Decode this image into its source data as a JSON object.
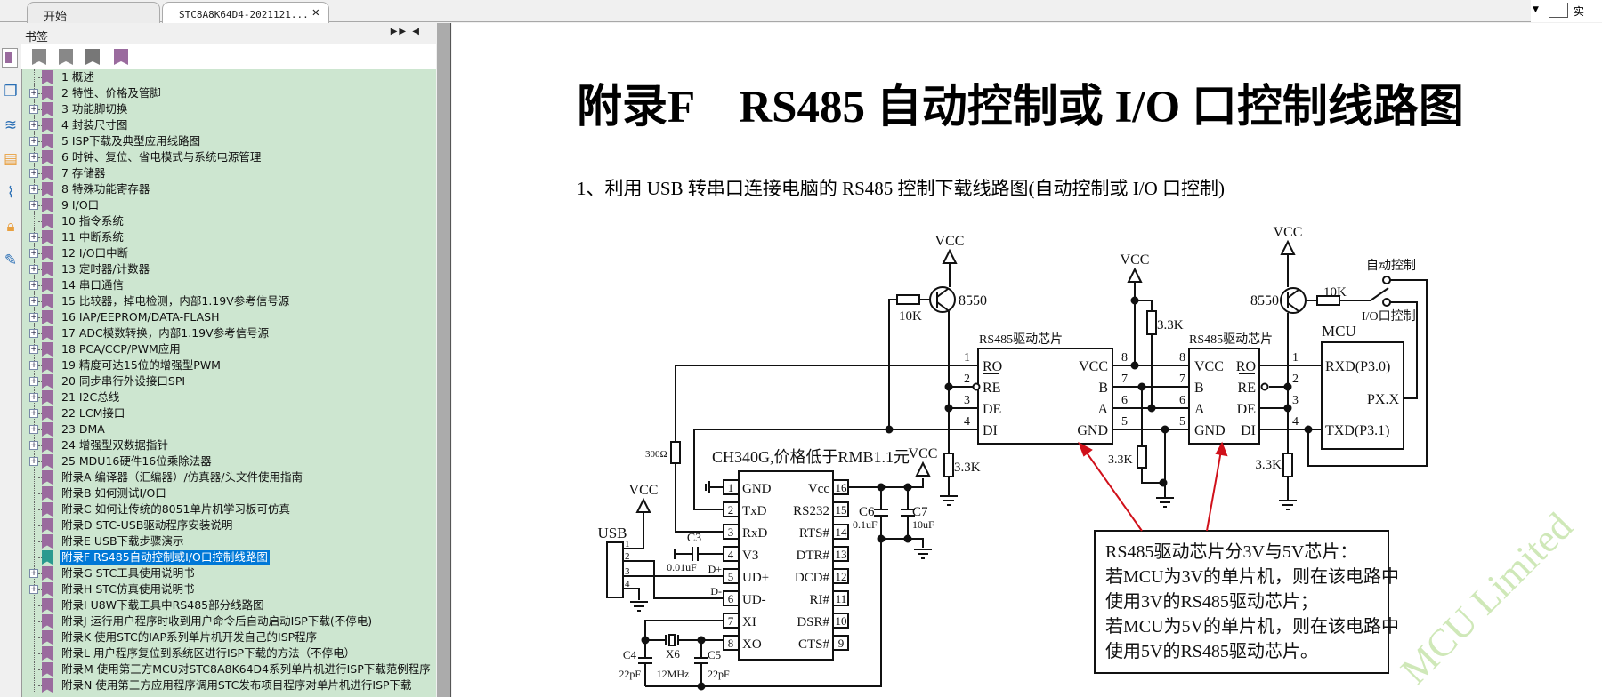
{
  "tabs": [
    {
      "label": "开始"
    },
    {
      "label": "STC8A8K64D4-2021121...",
      "close": "✕"
    }
  ],
  "toolbar_right": {
    "partial_label": "实"
  },
  "sidebar": {
    "title": "书签",
    "icons": [
      "bookmarks-icon",
      "pages-icon",
      "layers-icon",
      "comments-icon",
      "attachments-icon",
      "security-icon",
      "signatures-icon"
    ],
    "tools": [
      "delete-bookmark-icon",
      "add-bookmark-icon",
      "expand-bookmark-icon",
      "bookmark-options-icon"
    ],
    "items": [
      {
        "label": "1 概述",
        "exp": false
      },
      {
        "label": "2 特性、价格及管脚",
        "exp": true
      },
      {
        "label": "3 功能脚切换",
        "exp": true
      },
      {
        "label": "4 封装尺寸图",
        "exp": true
      },
      {
        "label": "5 ISP下载及典型应用线路图",
        "exp": true
      },
      {
        "label": "6 时钟、复位、省电模式与系统电源管理",
        "exp": true
      },
      {
        "label": "7 存储器",
        "exp": true
      },
      {
        "label": "8 特殊功能寄存器",
        "exp": true
      },
      {
        "label": "9 I/O口",
        "exp": true
      },
      {
        "label": "10 指令系统",
        "exp": false
      },
      {
        "label": "11 中断系统",
        "exp": true
      },
      {
        "label": "12 I/O口中断",
        "exp": true
      },
      {
        "label": "13 定时器/计数器",
        "exp": true
      },
      {
        "label": "14 串口通信",
        "exp": true
      },
      {
        "label": "15 比较器，掉电检测，内部1.19V参考信号源",
        "exp": true
      },
      {
        "label": "16 IAP/EEPROM/DATA-FLASH",
        "exp": true
      },
      {
        "label": "17 ADC模数转换，内部1.19V参考信号源",
        "exp": true
      },
      {
        "label": "18 PCA/CCP/PWM应用",
        "exp": true
      },
      {
        "label": "19 精度可达15位的增强型PWM",
        "exp": true
      },
      {
        "label": "20 同步串行外设接口SPI",
        "exp": true
      },
      {
        "label": "21 I2C总线",
        "exp": true
      },
      {
        "label": "22 LCM接口",
        "exp": true
      },
      {
        "label": "23 DMA",
        "exp": true
      },
      {
        "label": "24 增强型双数据指针",
        "exp": true
      },
      {
        "label": "25 MDU16硬件16位乘除法器",
        "exp": true
      },
      {
        "label": "附录A 编译器（汇编器）/仿真器/头文件使用指南",
        "exp": false
      },
      {
        "label": "附录B 如何测试I/O口",
        "exp": false
      },
      {
        "label": "附录C 如何让传统的8051单片机学习板可仿真",
        "exp": false
      },
      {
        "label": "附录D STC-USB驱动程序安装说明",
        "exp": false
      },
      {
        "label": "附录E USB下载步骤演示",
        "exp": false
      },
      {
        "label": "附录F RS485自动控制或I/O口控制线路图",
        "exp": false,
        "selected": true
      },
      {
        "label": "附录G STC工具使用说明书",
        "exp": true
      },
      {
        "label": "附录H STC仿真使用说明书",
        "exp": true
      },
      {
        "label": "附录I U8W下载工具中RS485部分线路图",
        "exp": false
      },
      {
        "label": "附录J 运行用户程序时收到用户命令后自动启动ISP下载(不停电)",
        "exp": false
      },
      {
        "label": "附录K 使用STC的IAP系列单片机开发自己的ISP程序",
        "exp": false
      },
      {
        "label": "附录L 用户程序复位到系统区进行ISP下载的方法（不停电）",
        "exp": false
      },
      {
        "label": "附录M 使用第三方MCU对STC8A8K64D4系列单片机进行ISP下载范例程序",
        "exp": false
      },
      {
        "label": "附录N 使用第三方应用程序调用STC发布项目程序对单片机进行ISP下载",
        "exp": false
      }
    ]
  },
  "document": {
    "title": "附录F    RS485 自动控制或 I/O 口控制线路图",
    "subtitle": "1、利用 USB 转串口连接电脑的 RS485 控制下载线路图(自动控制或 I/O 口控制)"
  },
  "schematic": {
    "vcc": "VCC",
    "r10k": "10K",
    "q": "8550",
    "r33k": "3.3K",
    "r300": "300Ω",
    "gnd_lbl": "GND",
    "chip": "RS485驱动芯片",
    "chip_left": [
      "RO",
      "RE",
      "DE",
      "DI"
    ],
    "chip_right": [
      "VCC",
      "B",
      "A",
      "GND"
    ],
    "pins_l": [
      "1",
      "2",
      "3",
      "4"
    ],
    "pins_r": [
      "8",
      "7",
      "6",
      "5"
    ],
    "mcu": "MCU",
    "mcu_pins": [
      "RXD(P3.0)",
      "PX.X",
      "TXD(P3.1)"
    ],
    "sw_auto": "自动控制",
    "sw_io": "I/O口控制",
    "ch340_title": "CH340G,价格低于RMB1.1元",
    "ch340_left": [
      [
        "1",
        "GND"
      ],
      [
        "2",
        "TxD"
      ],
      [
        "3",
        "RxD"
      ],
      [
        "4",
        "V3"
      ],
      [
        "5",
        "UD+"
      ],
      [
        "6",
        "UD-"
      ],
      [
        "7",
        "XI"
      ],
      [
        "8",
        "XO"
      ]
    ],
    "ch340_right": [
      [
        "16",
        "Vcc"
      ],
      [
        "15",
        "RS232"
      ],
      [
        "14",
        "RTS#"
      ],
      [
        "13",
        "DTR#"
      ],
      [
        "12",
        "DCD#"
      ],
      [
        "11",
        "RI#"
      ],
      [
        "10",
        "DSR#"
      ],
      [
        "9",
        "CTS#"
      ]
    ],
    "usb": "USB",
    "usb_pins": [
      "1",
      "2",
      "3",
      "4"
    ],
    "dplus": "D+",
    "dminus": "D-",
    "c3": "C3",
    "c3v": "0.01uF",
    "c6": "C6",
    "c6v": "0.1uF",
    "c7": "C7",
    "c7v": "10uF",
    "c4": "C4",
    "c4v": "22pF",
    "c5": "C5",
    "c5v": "22pF",
    "x6": "X6",
    "x6v": "12MHz",
    "note": [
      "RS485驱动芯片分3V与5V芯片：",
      "若MCU为3V的单片机，则在该电路中",
      "使用3V的RS485驱动芯片；",
      "若MCU为5V的单片机，则在该电路中",
      "使用5V的RS485驱动芯片。"
    ],
    "watermark": "MCU Limited",
    "arrow_color": "#d0101a"
  }
}
